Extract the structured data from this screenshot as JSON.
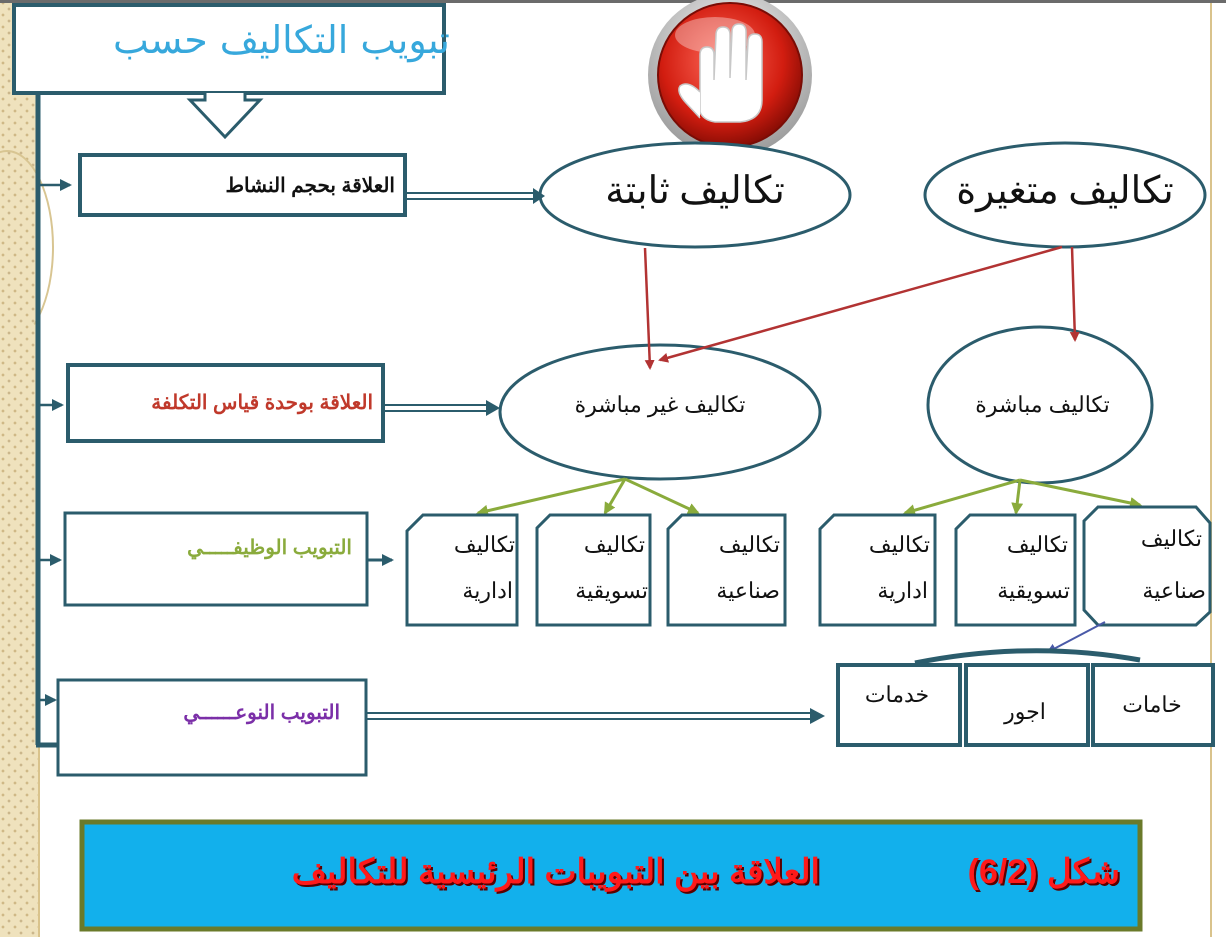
{
  "title": "تبويب التكاليف حسب",
  "stop_icon": "stop-hand-icon",
  "rows": {
    "activity": "العلاقة بحجم النشاط",
    "cost_unit": "العلاقة بوحدة قياس التكلفة",
    "functional": "التبويب الوظيفـــــي",
    "nature": "التبويب النوعــــــي"
  },
  "ovals": {
    "fixed": "تكاليف ثابتة",
    "variable": "تكاليف متغيرة",
    "indirect": "تكاليف غير مباشرة",
    "direct": "تكاليف مباشرة"
  },
  "cells": {
    "left": [
      {
        "top": "تكاليف",
        "bottom": "ادارية"
      },
      {
        "top": "تكاليف",
        "bottom": "تسويقية"
      },
      {
        "top": "تكاليف",
        "bottom": "صناعية"
      }
    ],
    "right": [
      {
        "top": "تكاليف",
        "bottom": "ادارية"
      },
      {
        "top": "تكاليف",
        "bottom": "تسويقية"
      },
      {
        "top": "تكاليف",
        "bottom": "صناعية"
      }
    ]
  },
  "elements": {
    "services": "خدمات",
    "wages": "اجور",
    "materials": "خامات"
  },
  "caption": {
    "figure": "شكل (6/2)",
    "text": "العلاقة بين التبويبات الرئيسية للتكاليف"
  },
  "colors": {
    "box_border": "#2b5c6c",
    "arrow_red": "#b23333",
    "arrow_green": "#8aab3c",
    "title_blue": "#37a8dc",
    "label_red": "#c0392b",
    "label_green": "#8aab3c",
    "label_purple": "#7b2fa8",
    "caption_bg": "#12b0ec",
    "caption_border": "#6a7a2a",
    "caption_text": "#ff1a1a"
  }
}
